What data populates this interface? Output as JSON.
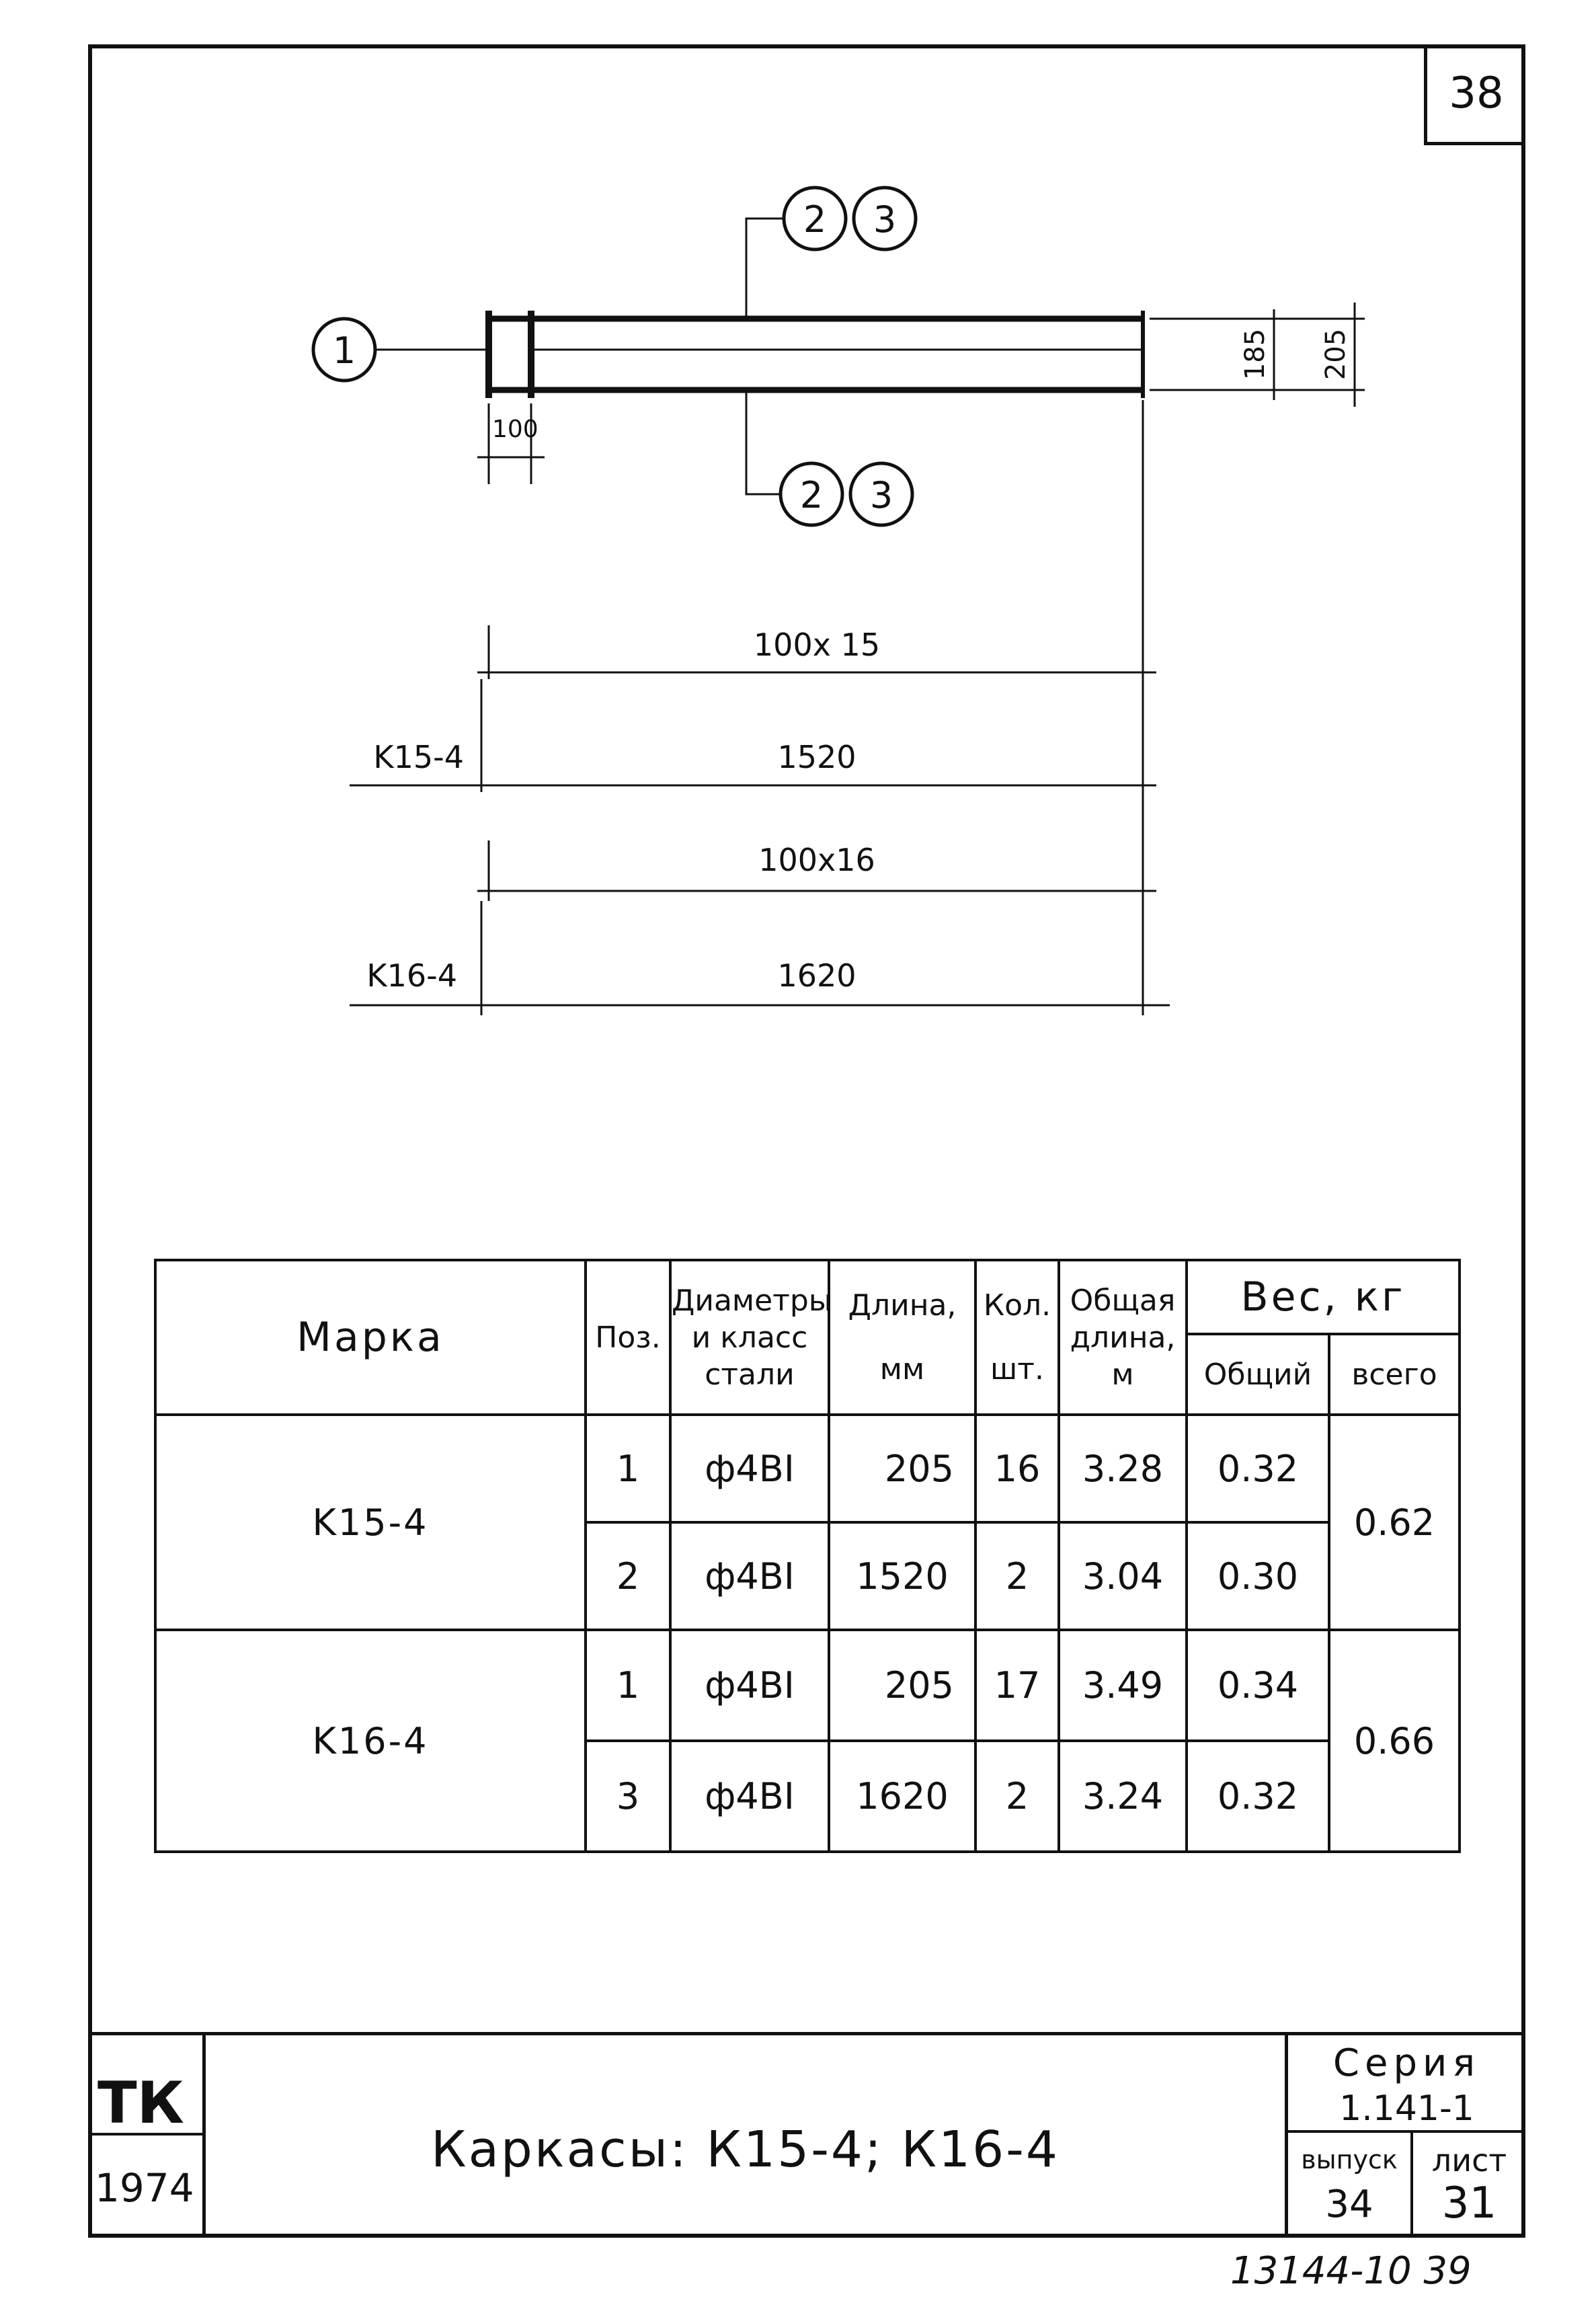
{
  "sheet_number": "38",
  "drawing": {
    "callout_1": "1",
    "callout_2": "2",
    "callout_3": "3",
    "dim_185": "185",
    "dim_205": "205",
    "dim_100": "100",
    "spacing_k15": "100x 15",
    "length_k15": "1520",
    "label_k15": "K15-4",
    "spacing_k16": "100x16",
    "length_k16": "1620",
    "label_k16": "K16-4"
  },
  "table": {
    "headers": {
      "mark": "Марка",
      "pos": "Поз.",
      "diameter": "Диаметры и класс стали",
      "length": "Длина,",
      "length_unit": "мм",
      "qty": "Кол.",
      "qty_unit": "шт.",
      "total_length": "Общая длина,",
      "total_length_unit": "м",
      "weight": "Вес, кг",
      "weight_total": "Общий",
      "weight_all": "всего"
    },
    "groups": [
      {
        "mark": "K15-4",
        "total": "0.62",
        "rows": [
          {
            "pos": "1",
            "diameter": "ф4ВI",
            "length": "205",
            "qty": "16",
            "total_length": "3.28",
            "weight": "0.32"
          },
          {
            "pos": "2",
            "diameter": "ф4ВI",
            "length": "1520",
            "qty": "2",
            "total_length": "3.04",
            "weight": "0.30"
          }
        ]
      },
      {
        "mark": "K16-4",
        "total": "0.66",
        "rows": [
          {
            "pos": "1",
            "diameter": "ф4ВI",
            "length": "205",
            "qty": "17",
            "total_length": "3.49",
            "weight": "0.34"
          },
          {
            "pos": "3",
            "diameter": "ф4ВI",
            "length": "1620",
            "qty": "2",
            "total_length": "3.24",
            "weight": "0.32"
          }
        ]
      }
    ]
  },
  "title_block": {
    "org": "ТК",
    "year": "1974",
    "title": "Каркасы: К15-4; К16-4",
    "series_label": "Серия",
    "series_value": "1.141-1",
    "issue_label": "выпуск",
    "issue_value": "34",
    "sheet_label": "лист",
    "sheet_value": "31"
  },
  "footer_code": "13144-10 39"
}
